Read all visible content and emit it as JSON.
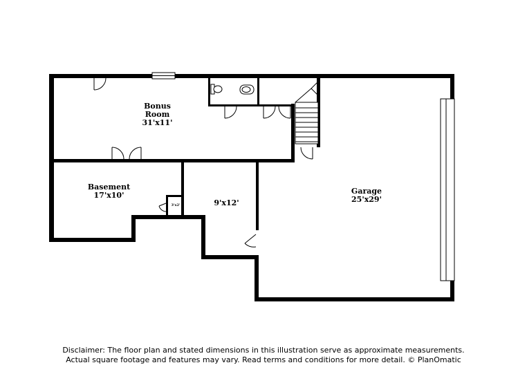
{
  "rooms": {
    "bonus": {
      "name_line1": "Bonus",
      "name_line2": "Room",
      "dims": "31'x11'"
    },
    "basement": {
      "name": "Basement",
      "dims": "17'x10'"
    },
    "room_small": {
      "dims": "9'x12'"
    },
    "closet": {
      "dims": "3'x2'"
    },
    "garage": {
      "name": "Garage",
      "dims": "25'x29'"
    }
  },
  "disclaimer": {
    "line1": "Disclaimer: The floor plan and stated dimensions in this illustration serve as approximate measurements.",
    "line2": "Actual square footage and features may vary. Read terms and conditions for more detail. © PlanOmatic"
  }
}
